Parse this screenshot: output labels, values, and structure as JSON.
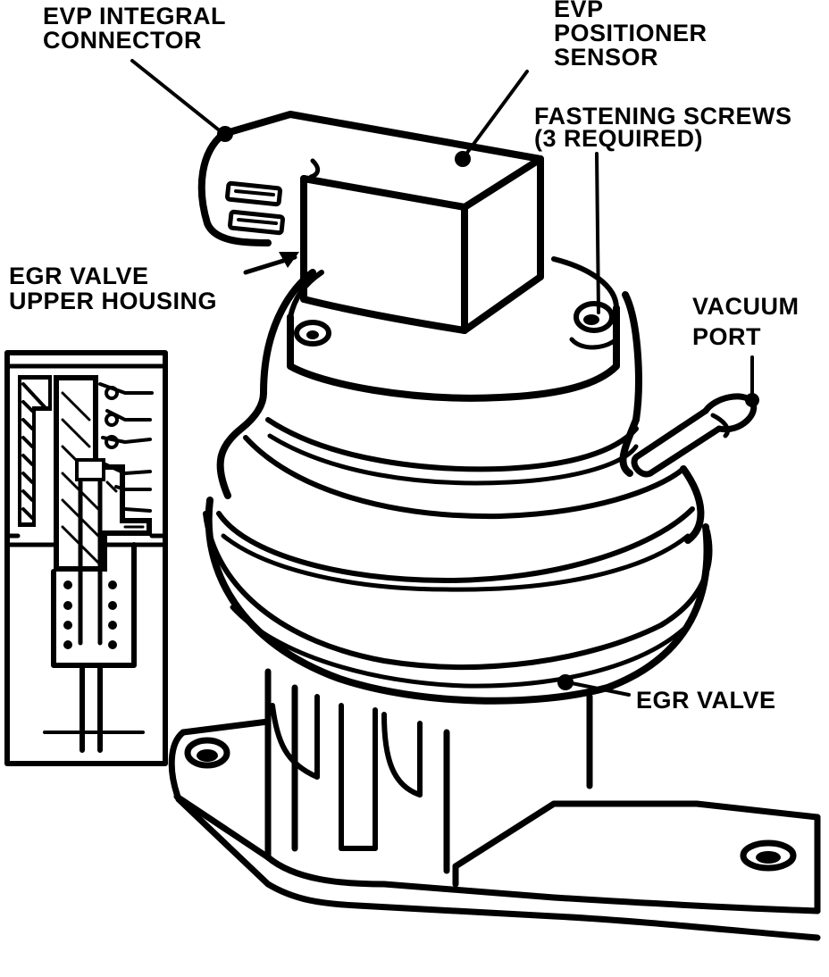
{
  "labels": {
    "evp_integral_connector": [
      "EVP INTEGRAL",
      "CONNECTOR"
    ],
    "evp_positioner_sensor": [
      "EVP",
      "POSITIONER",
      "SENSOR"
    ],
    "fastening_screws": [
      "FASTENING SCREWS",
      "(3 REQUIRED)"
    ],
    "egr_upper_housing": [
      "EGR VALVE",
      "UPPER HOUSING"
    ],
    "vacuum_port": [
      "VACUUM",
      "PORT"
    ],
    "egr_valve": [
      "EGR VALVE"
    ]
  },
  "colors": {
    "ink": "#000000",
    "paper": "#ffffff"
  }
}
